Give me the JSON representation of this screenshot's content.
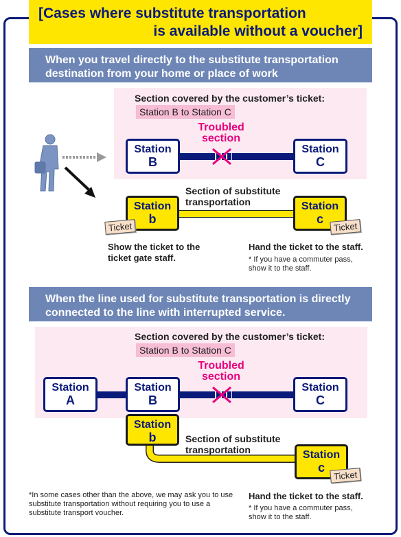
{
  "title": {
    "line1": "[Cases where substitute transportation",
    "line2": "is available without a voucher]"
  },
  "section1": {
    "heading": "When you travel directly to the substitute transportation destination from your home or place of work",
    "covered_label": "Section covered by the customer’s ticket:",
    "covered_range": "Station B to Station C",
    "troubled": "Troubled section",
    "stations": {
      "b_top": "Station",
      "b_top_letter": "B",
      "c_top": "Station",
      "c_top_letter": "C",
      "b_sub": "Station",
      "b_sub_letter": "b",
      "c_sub": "Station",
      "c_sub_letter": "c"
    },
    "substitute_label": "Section of substitute transportation",
    "ticket_label": "Ticket",
    "left_instruction": "Show the ticket to the ticket gate staff.",
    "right_instruction": "Hand the ticket to the staff.",
    "right_note": "* If you have a commuter pass, show it to the staff."
  },
  "section2": {
    "heading": "When the line used for substitute transportation is directly connected to the line with interrupted service.",
    "covered_label": "Section covered by the customer’s ticket:",
    "covered_range": "Station B to Station C",
    "troubled": "Troubled section",
    "stations": {
      "a": "Station",
      "a_letter": "A",
      "b": "Station",
      "b_letter": "B",
      "c": "Station",
      "c_letter": "C",
      "b_sub": "Station",
      "b_sub_letter": "b",
      "c_sub": "Station",
      "c_sub_letter": "c"
    },
    "substitute_label": "Section of substitute transportation",
    "ticket_label": "Ticket",
    "footnote": "*In some cases other than the above, we may ask you to use substitute transportation without requiring you to use a substitute transport voucher.",
    "right_instruction": "Hand the ticket to the staff.",
    "right_note": "* If you have a commuter pass, show it to the staff."
  },
  "colors": {
    "navy": "#0a1a7a",
    "yellow": "#ffe600",
    "band": "#6e86b6",
    "pink_bg": "#fde9f1",
    "trouble_magenta": "#e6007e"
  },
  "icons": [
    "person-walking-icon",
    "dotted-arrow-icon",
    "diagonal-arrow-icon",
    "cross-mark-icon"
  ]
}
